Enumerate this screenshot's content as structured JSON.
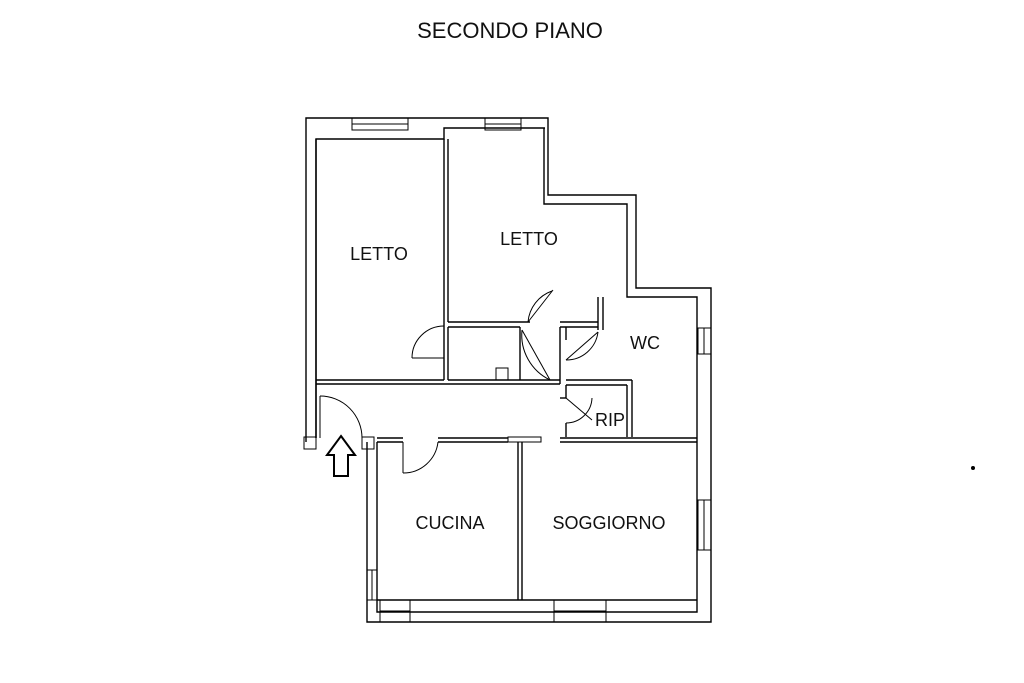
{
  "title": "SECONDO PIANO",
  "rooms": {
    "letto_1": "LETTO",
    "letto_2": "LETTO",
    "wc": "WC",
    "rip": "RIP",
    "cucina": "CUCINA",
    "soggiorno": "SOGGIORNO"
  },
  "icons": {
    "entrance": "up-arrow-icon"
  }
}
